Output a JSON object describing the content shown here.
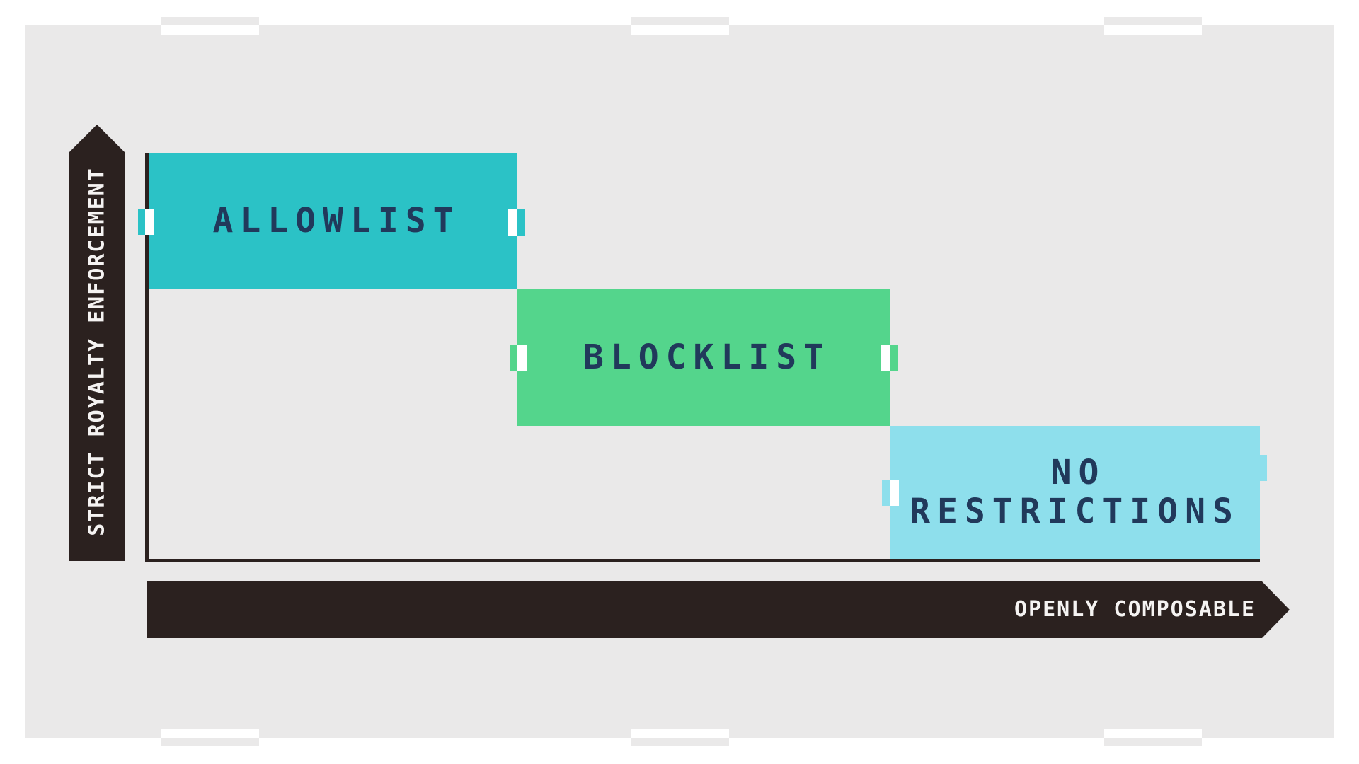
{
  "axes": {
    "y_label": "STRICT ROYALTY ENFORCEMENT",
    "x_label": "OPENLY COMPOSABLE"
  },
  "blocks": [
    {
      "id": "allowlist",
      "label": "ALLOWLIST",
      "color": "#2BC2C6"
    },
    {
      "id": "blocklist",
      "label": "BLOCKLIST",
      "color": "#54D58C"
    },
    {
      "id": "no-restrictions",
      "label": "NO\nRESTRICTIONS",
      "color": "#8EDFEC"
    }
  ],
  "colors": {
    "canvas_background": "#EAE9E9",
    "frame": "#FFFFFF",
    "axis_and_arrows": "#2B211F",
    "arrow_text": "#F5F3F2",
    "block_text": "#21395B",
    "notch_white": "#FFFFFF"
  }
}
